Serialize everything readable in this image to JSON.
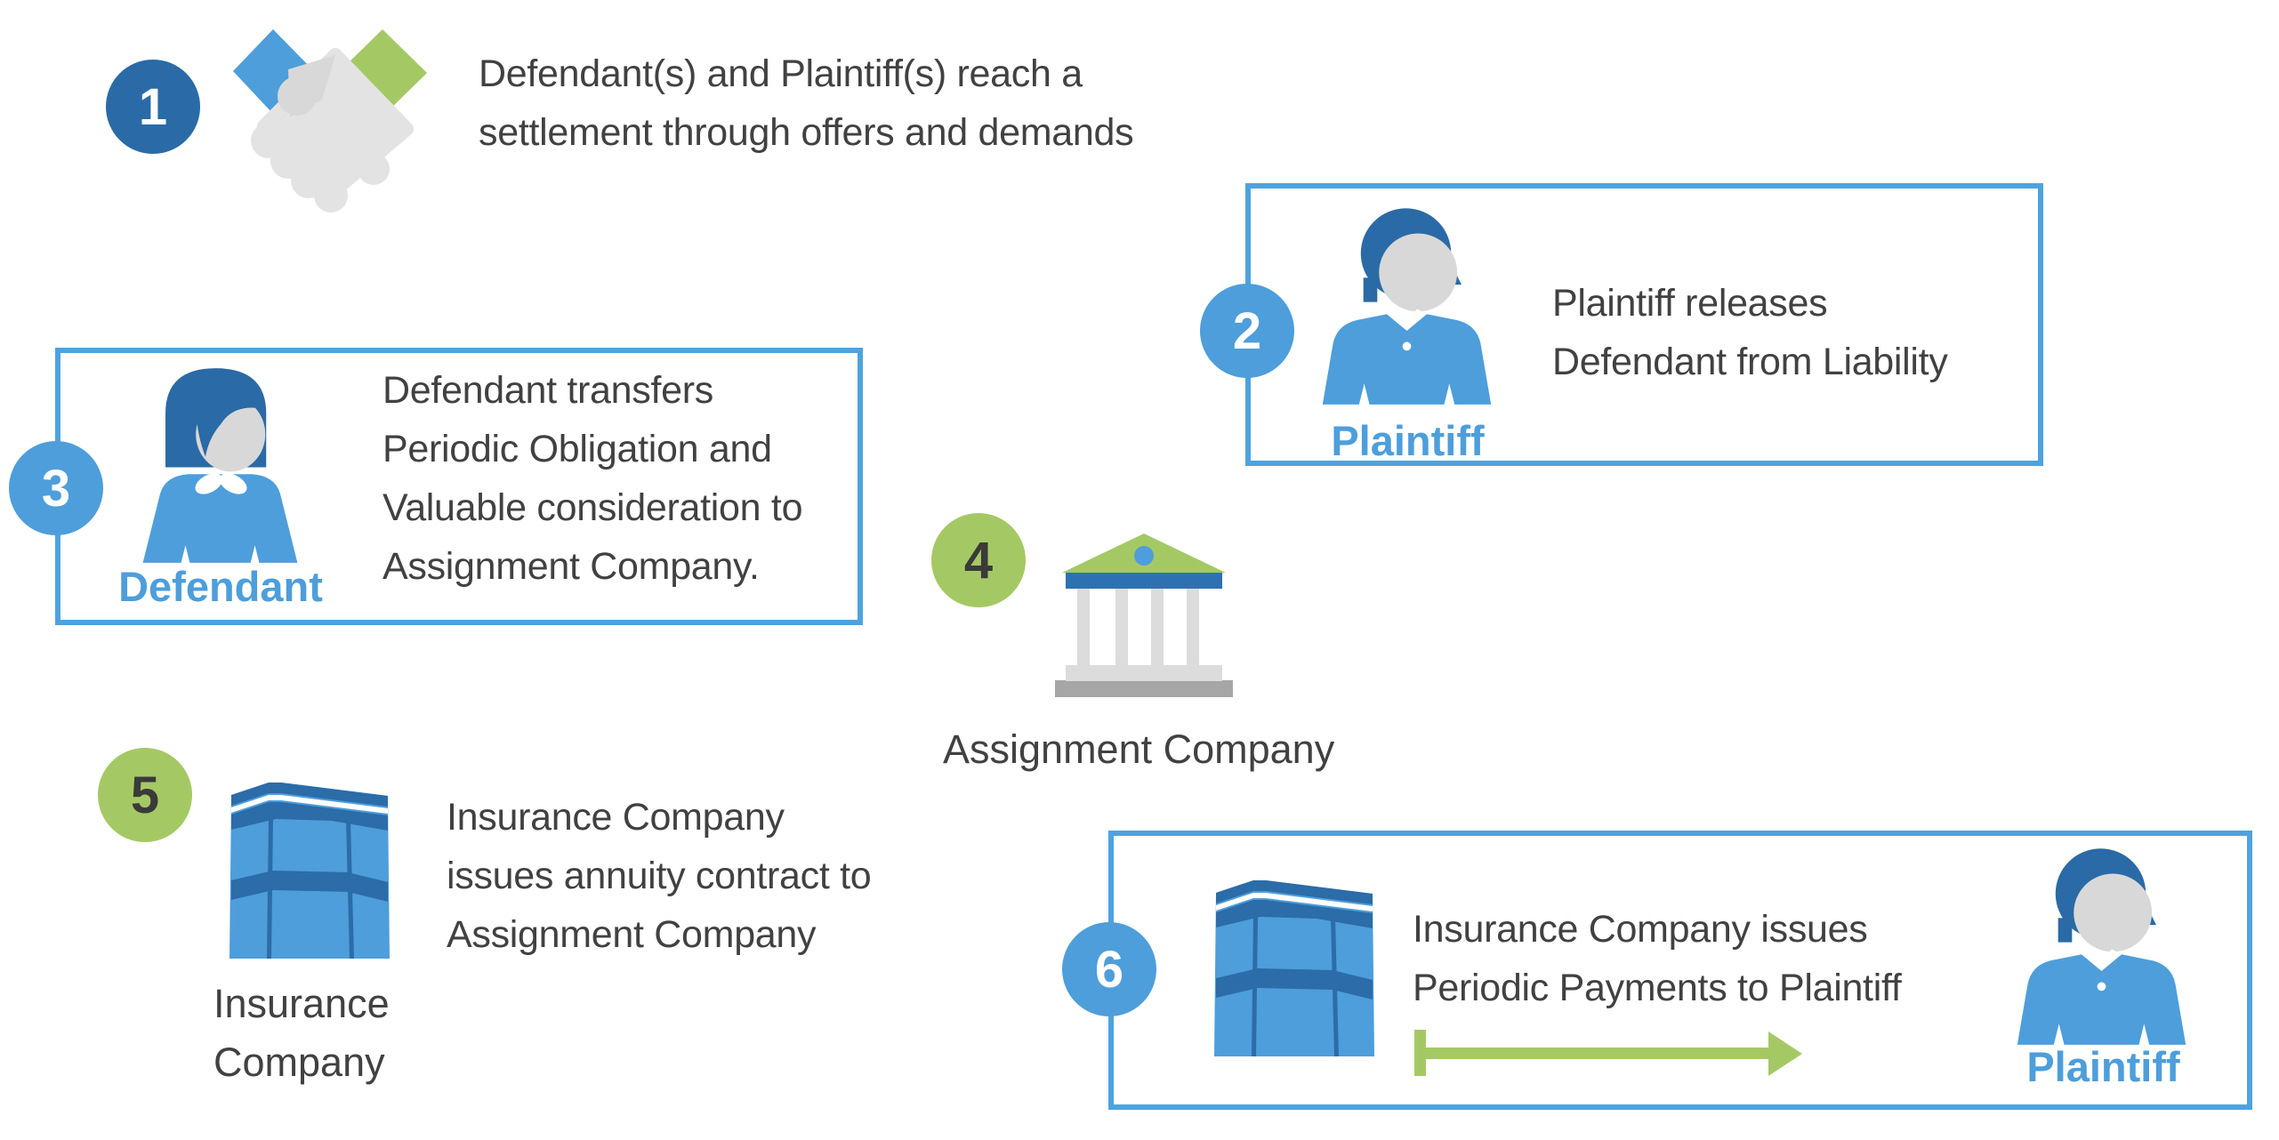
{
  "title": "Structured settlement process diagram",
  "colors": {
    "dark_blue": "#2A6AA6",
    "light_blue": "#4D9EDB",
    "box_border_blue": "#4DA3DF",
    "green": "#A4C964",
    "text_gray": "#414141",
    "face_gray": "#D8D8D8",
    "hand_gray": "#E3E3E3",
    "column_gray": "#DCDCDC",
    "base_gray": "#A6A6A6",
    "bank_band_blue": "#2E71B3"
  },
  "icons": {
    "step1": "handshake-icon",
    "step2": "person-male-icon",
    "step3": "person-female-icon",
    "step4": "bank-icon",
    "step5": "office-building-icon",
    "step6_building": "office-building-icon",
    "step6_arrow": "arrow-right-icon",
    "step6_person": "person-male-icon"
  },
  "steps": [
    {
      "badge": "1",
      "text": "Defendant(s) and Plaintiff(s) reach a\nsettlement through offers and demands"
    },
    {
      "badge": "2",
      "text": "Plaintiff releases\nDefendant from Liability",
      "person_label": "Plaintiff"
    },
    {
      "badge": "3",
      "text": "Defendant transfers\nPeriodic Obligation and\nValuable consideration to\nAssignment Company.",
      "person_label": "Defendant"
    },
    {
      "badge": "4",
      "label": "Assignment Company"
    },
    {
      "badge": "5",
      "text": "Insurance Company\nissues annuity contract to\nAssignment Company",
      "label": "Insurance\nCompany"
    },
    {
      "badge": "6",
      "text": "Insurance Company issues\nPeriodic Payments to Plaintiff",
      "person_label": "Plaintiff"
    }
  ]
}
